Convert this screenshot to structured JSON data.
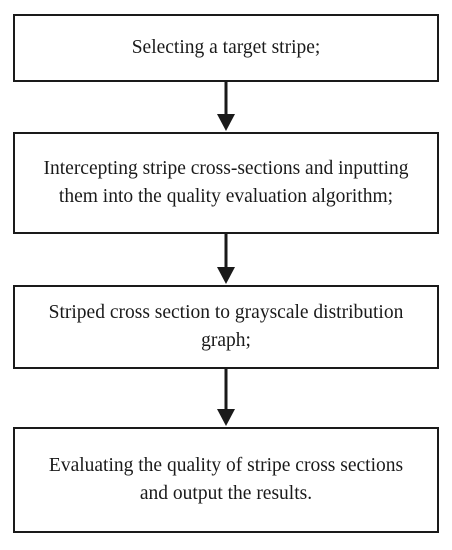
{
  "flowchart": {
    "steps": [
      {
        "label": "Selecting a target stripe;"
      },
      {
        "label": "Intercepting stripe cross-sections and inputting them into the quality evaluation algorithm;"
      },
      {
        "label": "Striped cross section to grayscale distribution graph;"
      },
      {
        "label": "Evaluating the quality of stripe cross sections and output the results."
      }
    ],
    "connector_color": "#1a1a1a"
  }
}
